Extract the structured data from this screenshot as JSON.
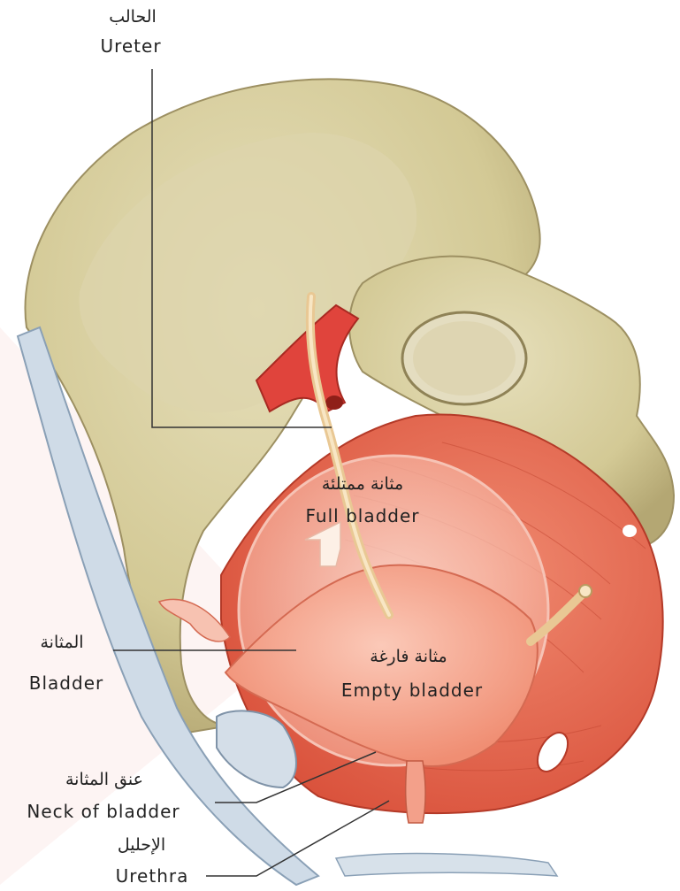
{
  "labels": {
    "ureter": {
      "arabic": "الحالب",
      "english": "Ureter"
    },
    "full_bladder": {
      "arabic": "مثانة ممتلئة",
      "english": "Full bladder"
    },
    "bladder": {
      "arabic": "المثانة",
      "english": "Bladder"
    },
    "empty_bladder": {
      "arabic": "مثانة فارغة",
      "english": "Empty bladder"
    },
    "neck_of_bladder": {
      "arabic": "عنق المثانة",
      "english": "Neck of bladder"
    },
    "urethra": {
      "arabic": "الإحليل",
      "english": "Urethra"
    }
  },
  "colors": {
    "bone": "#d8cfa4",
    "bone_shadow": "#b7ab7a",
    "muscle": "#e8664e",
    "bladder_fill": "#f7b7a6",
    "ureter": "#f3d9a8",
    "artery": "#e0443c",
    "ligament": "#c9d6e3",
    "leader_line": "#333333"
  }
}
